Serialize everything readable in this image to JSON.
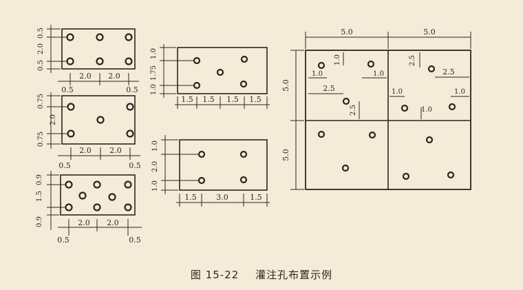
{
  "caption": {
    "figure_no": "图 15-22",
    "title": "灌注孔布置示例"
  },
  "labels": {
    "d05": "0.5",
    "d075": "0.75",
    "d09": "0.9",
    "d10": "1.0",
    "d15": "1.5",
    "d175": "1.75",
    "d20": "2.0",
    "d25": "2.5",
    "d30": "3.0",
    "d50": "5.0"
  },
  "colors": {
    "paper": "#f4ecd8",
    "ink": "#2a2520"
  }
}
